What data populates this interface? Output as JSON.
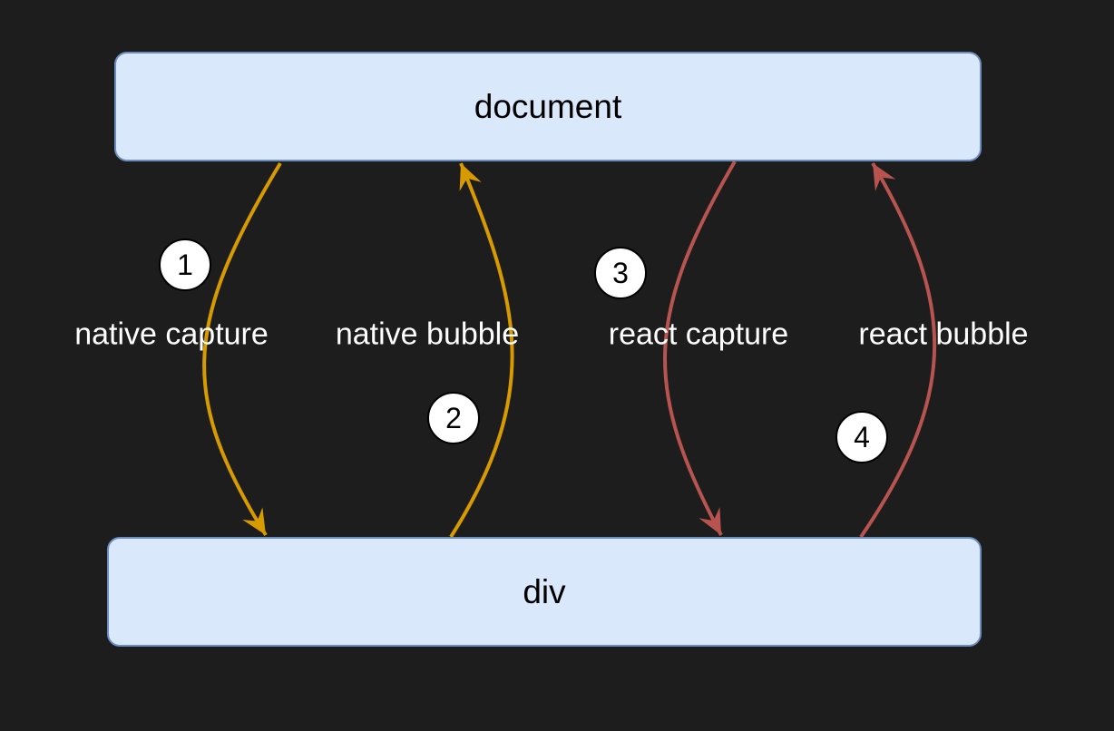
{
  "nodes": {
    "top": "document",
    "bottom": "div"
  },
  "flows": [
    {
      "step": "1",
      "label": "native capture",
      "color": "#d79b00",
      "direction": "down"
    },
    {
      "step": "2",
      "label": "native bubble",
      "color": "#d79b00",
      "direction": "up"
    },
    {
      "step": "3",
      "label": "react capture",
      "color": "#b85450",
      "direction": "down"
    },
    {
      "step": "4",
      "label": "react bubble",
      "color": "#b85450",
      "direction": "up"
    }
  ],
  "colors": {
    "background": "#1d1d1d",
    "node_fill": "#dae8fc",
    "node_stroke": "#6c8ebf",
    "native": "#d79b00",
    "react": "#b85450"
  }
}
